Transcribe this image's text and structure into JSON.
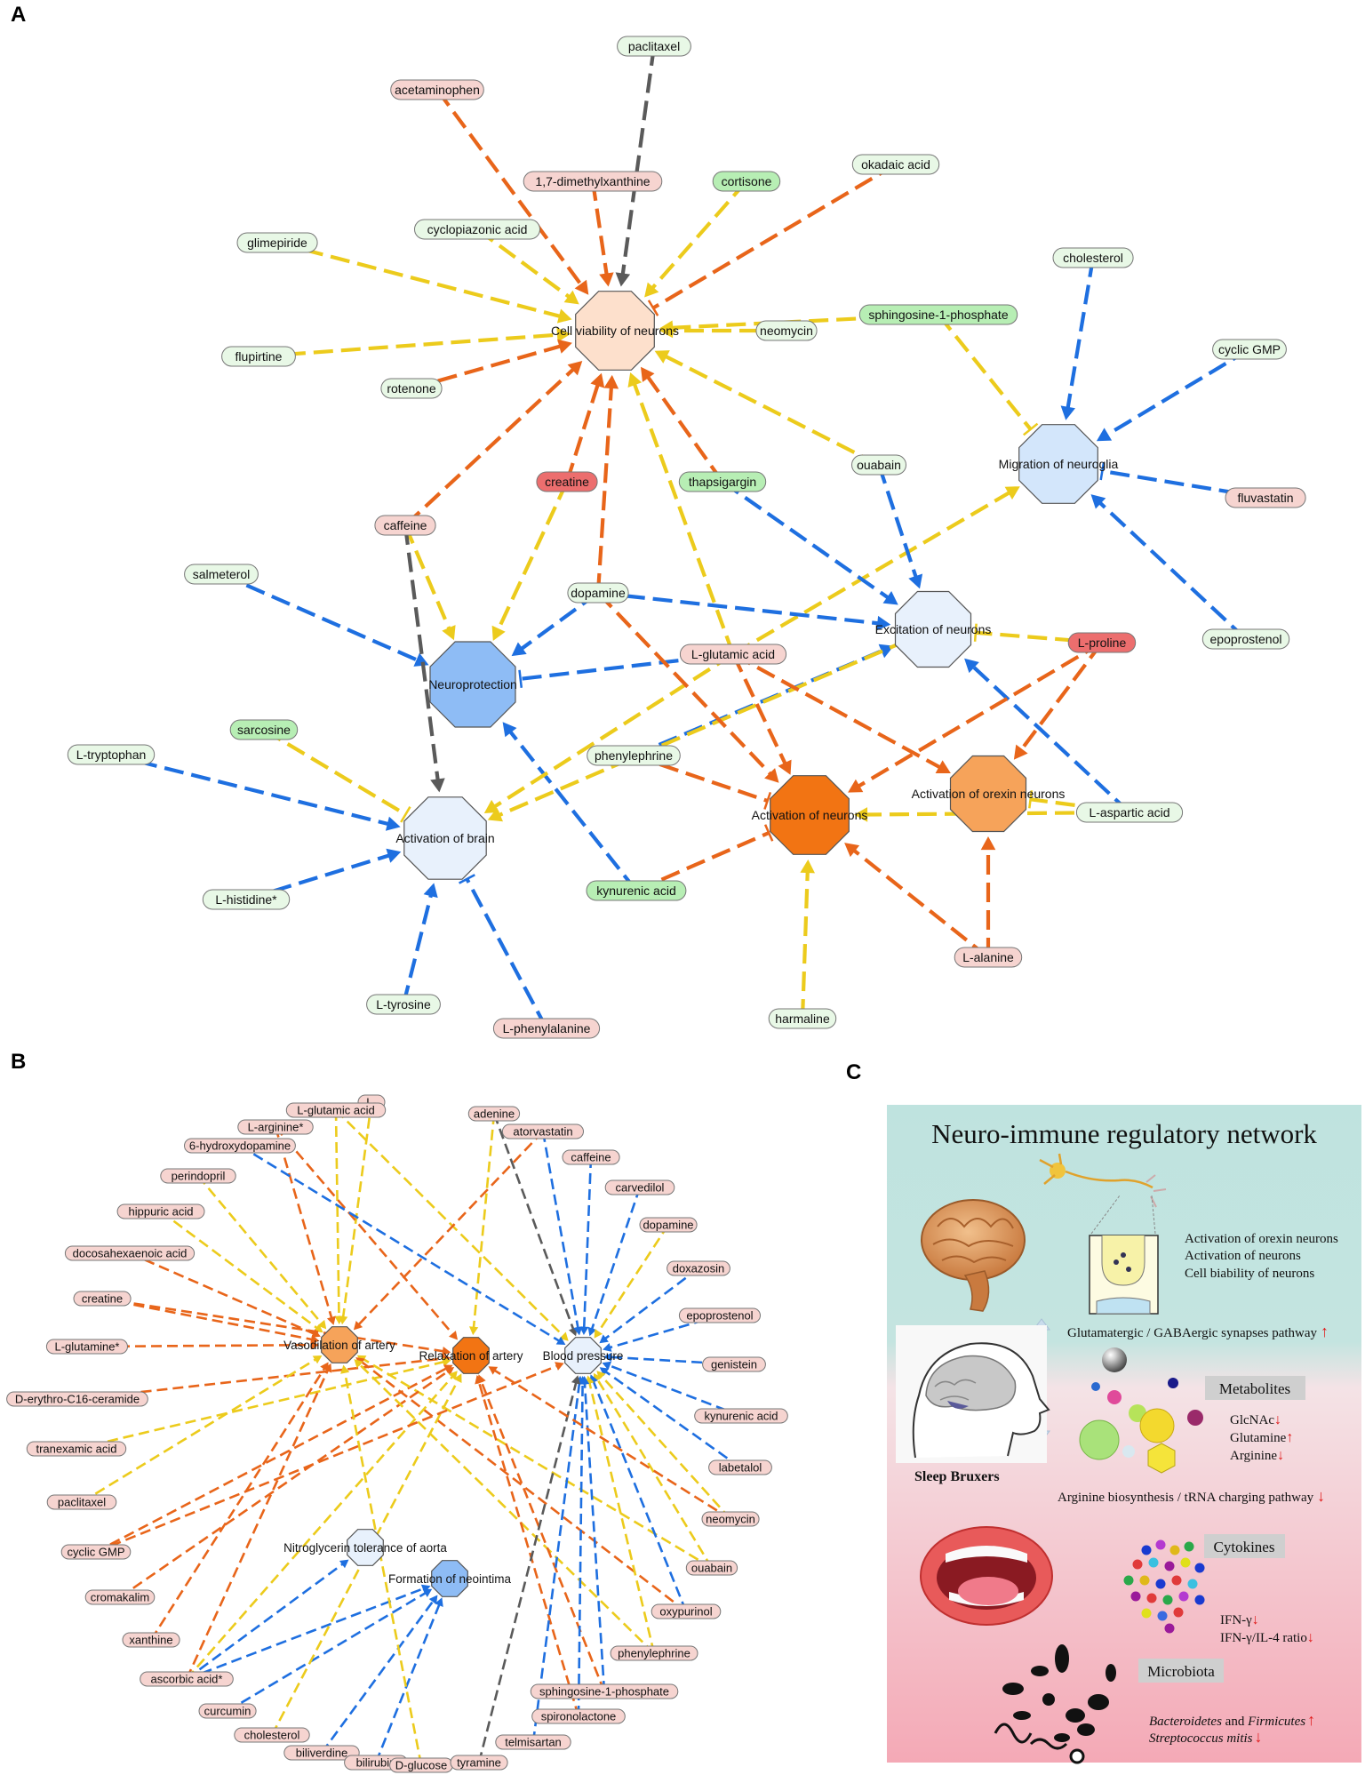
{
  "panels": {
    "a": "A",
    "b": "B",
    "c": "C"
  },
  "colors": {
    "orange": "#e8651a",
    "yellow": "#eccb1c",
    "blue": "#1e6fe0",
    "gray": "#5a5a5a",
    "green_node": "#b7eeb4",
    "pale_green_node": "#e8f8e6",
    "pink_node": "#f6d4d0",
    "red_node": "#ec6e6e",
    "orange_func": "#f27413",
    "light_orange_func": "#f6a35a",
    "peach_func": "#fde0cc",
    "blue_func": "#8ebcf5",
    "light_blue_func": "#d3e6fb",
    "pale_blue_func": "#e8f1fc"
  },
  "panel_a": {
    "functions": {
      "cell_viability": "Cell viability of neurons",
      "migration": "Migration of neuroglia",
      "excitation": "Excitation of neurons",
      "neuroprotection": "Neuroprotection",
      "activation_brain": "Activation of brain",
      "activation_neurons": "Activation of neurons",
      "activation_orexin": "Activation of orexin neurons"
    },
    "molecules": {
      "paclitaxel": "paclitaxel",
      "acetaminophen": "acetaminophen",
      "dimethylxanthine": "1,7-dimethylxanthine",
      "cortisone": "cortisone",
      "okadaic": "okadaic acid",
      "cyclopiazonic": "cyclopiazonic acid",
      "glimepiride": "glimepiride",
      "flupirtine": "flupirtine",
      "rotenone": "rotenone",
      "neomycin": "neomycin",
      "s1p": "sphingosine-1-phosphate",
      "cholesterol": "cholesterol",
      "cyclic_gmp": "cyclic GMP",
      "fluvastatin": "fluvastatin",
      "creatine": "creatine",
      "thapsigargin": "thapsigargin",
      "ouabain": "ouabain",
      "caffeine": "caffeine",
      "salmeterol": "salmeterol",
      "dopamine": "dopamine",
      "l_glutamic": "L-glutamic acid",
      "l_proline": "L-proline",
      "epoprostenol": "epoprostenol",
      "sarcosine": "sarcosine",
      "l_tryptophan": "L-tryptophan",
      "phenylephrine": "phenylephrine",
      "l_aspartic": "L-aspartic acid",
      "l_histidine": "L-histidine*",
      "kynurenic": "kynurenic acid",
      "l_alanine": "L-alanine",
      "l_tyrosine": "L-tyrosine",
      "l_phenylalanine": "L-phenylalanine",
      "harmaline": "harmaline"
    }
  },
  "panel_b": {
    "functions": {
      "vasodilation": "Vasodilation of artery",
      "relaxation": "Relaxation of artery",
      "blood_pressure": "Blood pressure",
      "nitroglycerin": "Nitroglycerin tolerance of aorta",
      "neointima": "Formation of neointima"
    },
    "molecules": {
      "l_partial": "L-",
      "l_glutamic": "L-glutamic acid",
      "adenine": "adenine",
      "l_arginine": "L-arginine*",
      "atorvastatin": "atorvastatin",
      "hydroxydopamine": "6-hydroxydopamine",
      "caffeine": "caffeine",
      "perindopril": "perindopril",
      "carvedilol": "carvedilol",
      "hippuric": "hippuric acid",
      "dopamine": "dopamine",
      "dha": "docosahexaenoic acid",
      "doxazosin": "doxazosin",
      "creatine": "creatine",
      "epoprostenol": "epoprostenol",
      "l_glutamine": "L-glutamine*",
      "genistein": "genistein",
      "ceramide": "D-erythro-C16-ceramide",
      "kynurenic": "kynurenic acid",
      "tranexamic": "tranexamic acid",
      "labetalol": "labetalol",
      "paclitaxel": "paclitaxel",
      "neomycin": "neomycin",
      "cyclic_gmp": "cyclic GMP",
      "ouabain": "ouabain",
      "cromakalim": "cromakalim",
      "oxypurinol": "oxypurinol",
      "xanthine": "xanthine",
      "phenylephrine": "phenylephrine",
      "ascorbic": "ascorbic acid*",
      "s1p": "sphingosine-1-phosphate",
      "curcumin": "curcumin",
      "spironolactone": "spironolactone",
      "cholesterol": "cholesterol",
      "telmisartan": "telmisartan",
      "biliverdine": "biliverdine",
      "bilirubin": "bilirubin",
      "d_glucose": "D-glucose",
      "tyramine": "tyramine"
    }
  },
  "panel_c": {
    "title": "Neuro-immune regulatory network",
    "neuron_lines": [
      "Activation of orexin neurons",
      "Activation of neurons",
      "Cell biability of neurons"
    ],
    "synapse_pathway": "Glutamatergic / GABAergic synapses pathway",
    "up_arrow": "↑",
    "down_arrow": "↓",
    "sleep_bruxers": "Sleep Bruxers",
    "metabolites_title": "Metabolites",
    "metabolites": [
      {
        "name": "GlcNAc",
        "dir": "↓"
      },
      {
        "name": "Glutamine",
        "dir": "↑"
      },
      {
        "name": "Arginine",
        "dir": "↓"
      }
    ],
    "arginine_pathway": "Arginine biosynthesis / tRNA charging pathway",
    "cytokines_title": "Cytokines",
    "cytokines": [
      {
        "name": "IFN-γ",
        "dir": "↓"
      },
      {
        "name": "IFN-γ/IL-4 ratio",
        "dir": "↓"
      }
    ],
    "microbiota_title": "Microbiota",
    "microbiota_line1_a": "Bacteroidetes",
    "microbiota_line1_and": " and ",
    "microbiota_line1_b": "Firmicutes",
    "microbiota_line1_dir": "↑",
    "microbiota_line2": "Streptococcus mitis",
    "microbiota_line2_dir": "↓"
  }
}
